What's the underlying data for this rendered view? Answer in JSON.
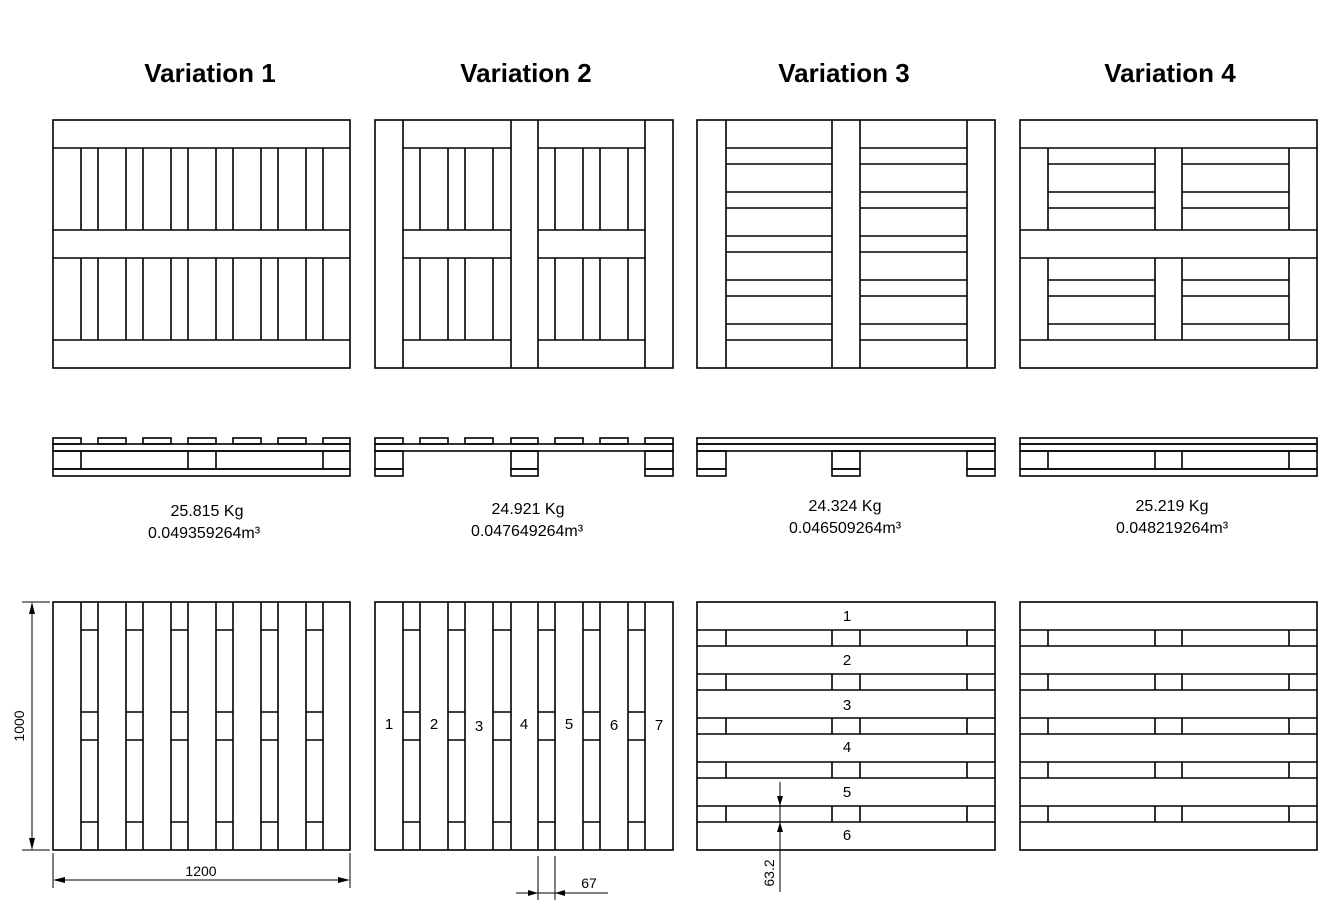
{
  "variations": [
    {
      "title": "Variation 1",
      "weight": "25.815 Kg",
      "volume": "0.049359264m³"
    },
    {
      "title": "Variation 2",
      "weight": "24.921 Kg",
      "volume": "0.047649264m³"
    },
    {
      "title": "Variation 3",
      "weight": "24.324 Kg",
      "volume": "0.046509264m³"
    },
    {
      "title": "Variation 4",
      "weight": "25.219 Kg",
      "volume": "0.048219264m³"
    }
  ],
  "board_numbers_v2": [
    "1",
    "2",
    "3",
    "4",
    "5",
    "6",
    "7"
  ],
  "board_numbers_v3": [
    "1",
    "2",
    "3",
    "4",
    "5",
    "6"
  ],
  "dimensions": {
    "length": "1200",
    "width": "1000",
    "board_width": "67",
    "board_thickness": "63.2"
  }
}
